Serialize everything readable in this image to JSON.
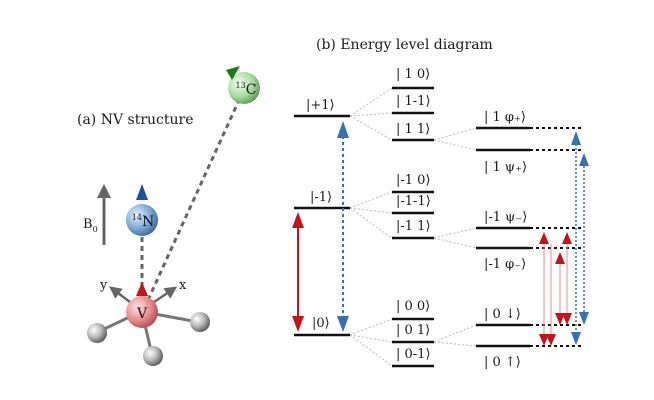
{
  "panel_a": {
    "title": "(a) NV structure",
    "b_field_label": "B",
    "b_field_sub": "0",
    "axis_y": "y",
    "axis_x": "x",
    "atoms": {
      "vacancy": "V",
      "nitrogen": {
        "mass": "14",
        "symbol": "N"
      },
      "carbon": {
        "mass": "13",
        "symbol": "C"
      }
    }
  },
  "panel_b": {
    "title": "(b) Energy level diagram",
    "electron_levels": [
      "|+1⟩",
      "|-1⟩",
      "|0⟩"
    ],
    "hyperfine_levels": {
      "plus": [
        "| 1 0⟩",
        "| 1-1⟩",
        "| 1 1⟩"
      ],
      "minus": [
        "|-1 0⟩",
        "|-1-1⟩",
        "|-1 1⟩"
      ],
      "zero": [
        "| 0 0⟩",
        "| 0 1⟩",
        "| 0-1⟩"
      ]
    },
    "carbon_levels": {
      "top": [
        "| 1 φ₊⟩",
        "| 1 ψ₊⟩"
      ],
      "middle": [
        "|-1 ψ₋⟩",
        "|-1 φ₋⟩"
      ],
      "bottom": [
        "| 0 ↓⟩",
        "| 0 ↑⟩"
      ]
    },
    "colors": {
      "blue_transition": "#3a6fb0",
      "red_transition": "#c0151b",
      "level_line": "#111111",
      "guide_line": "#bbbbbb"
    }
  }
}
